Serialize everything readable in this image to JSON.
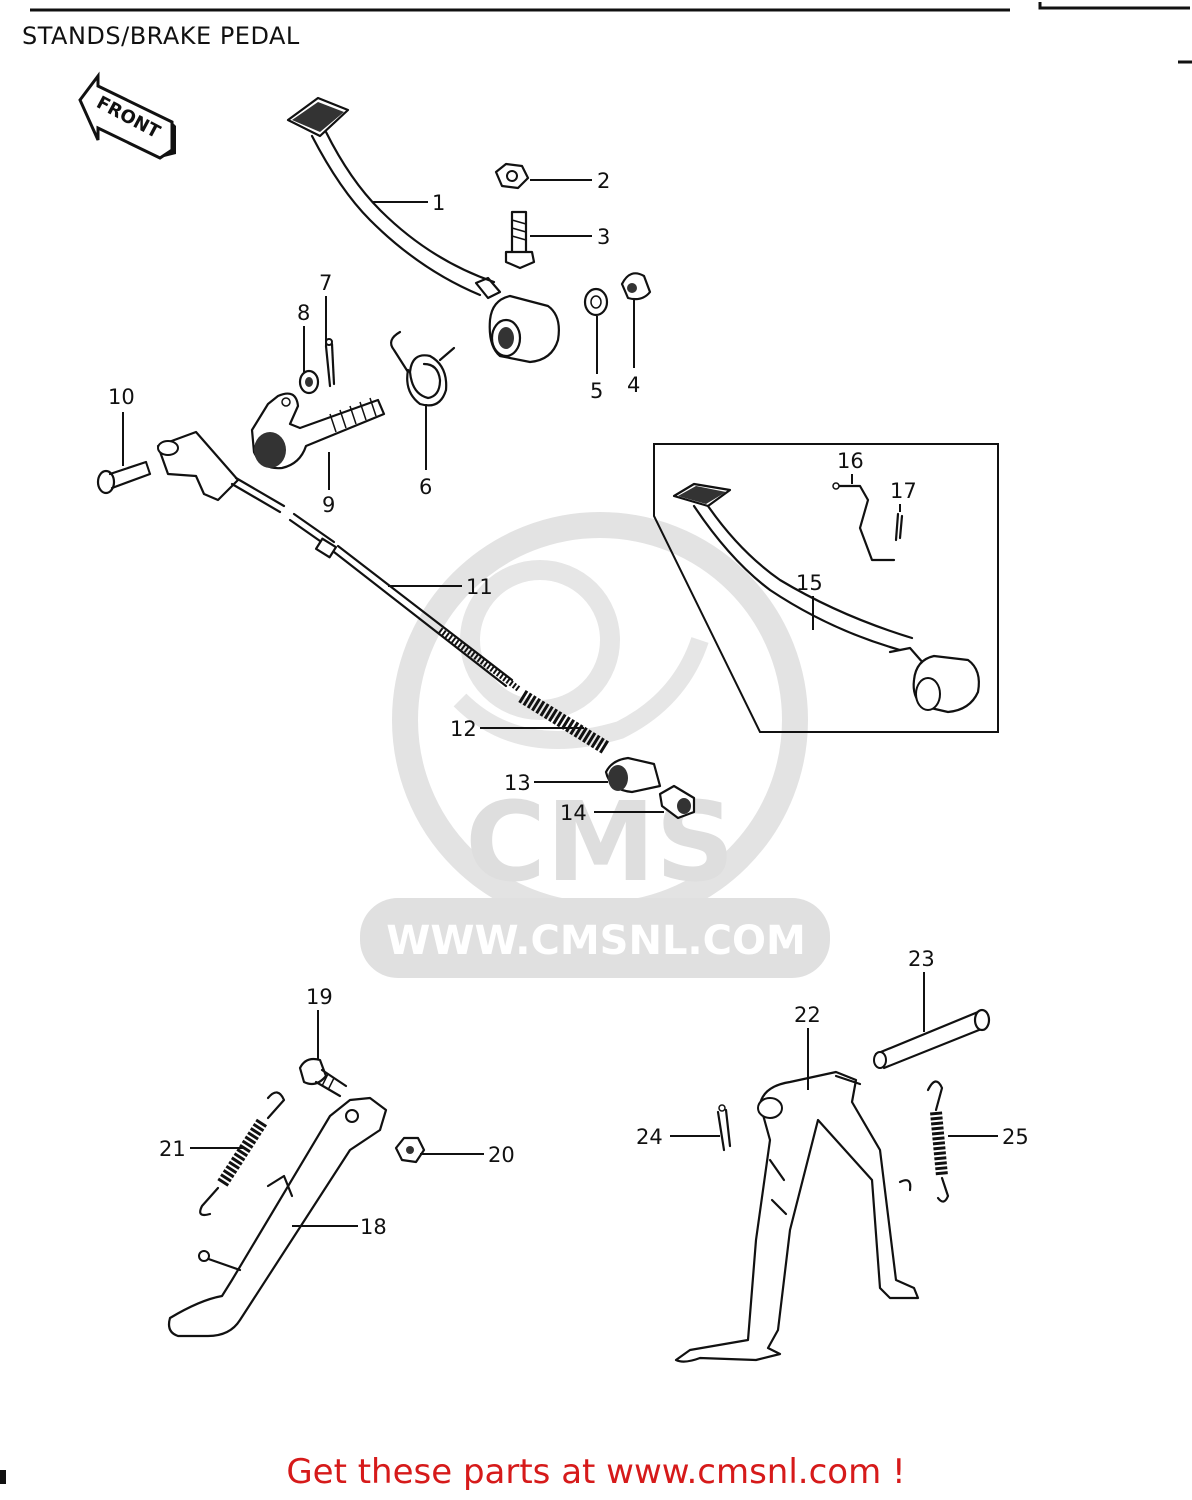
{
  "header": {
    "title": "STANDS/BRAKE PEDAL"
  },
  "footer": {
    "text": "Get these parts at www.cmsnl.com !"
  },
  "front_arrow": {
    "label": "FRONT"
  },
  "watermark": {
    "logo_text": "CMS",
    "url_text": "WWW.CMSNL.COM"
  },
  "callouts": {
    "c1": "1",
    "c2": "2",
    "c3": "3",
    "c4": "4",
    "c5": "5",
    "c6": "6",
    "c7": "7",
    "c8": "8",
    "c9": "9",
    "c10": "10",
    "c11": "11",
    "c12": "12",
    "c13": "13",
    "c14": "14",
    "c15": "15",
    "c16": "16",
    "c17": "17",
    "c18": "18",
    "c19": "19",
    "c20": "20",
    "c21": "21",
    "c22": "22",
    "c23": "23",
    "c24": "24",
    "c25": "25"
  },
  "colors": {
    "footer": "#d61a1a",
    "watermark": "#d9d9d9",
    "line": "#111111"
  }
}
